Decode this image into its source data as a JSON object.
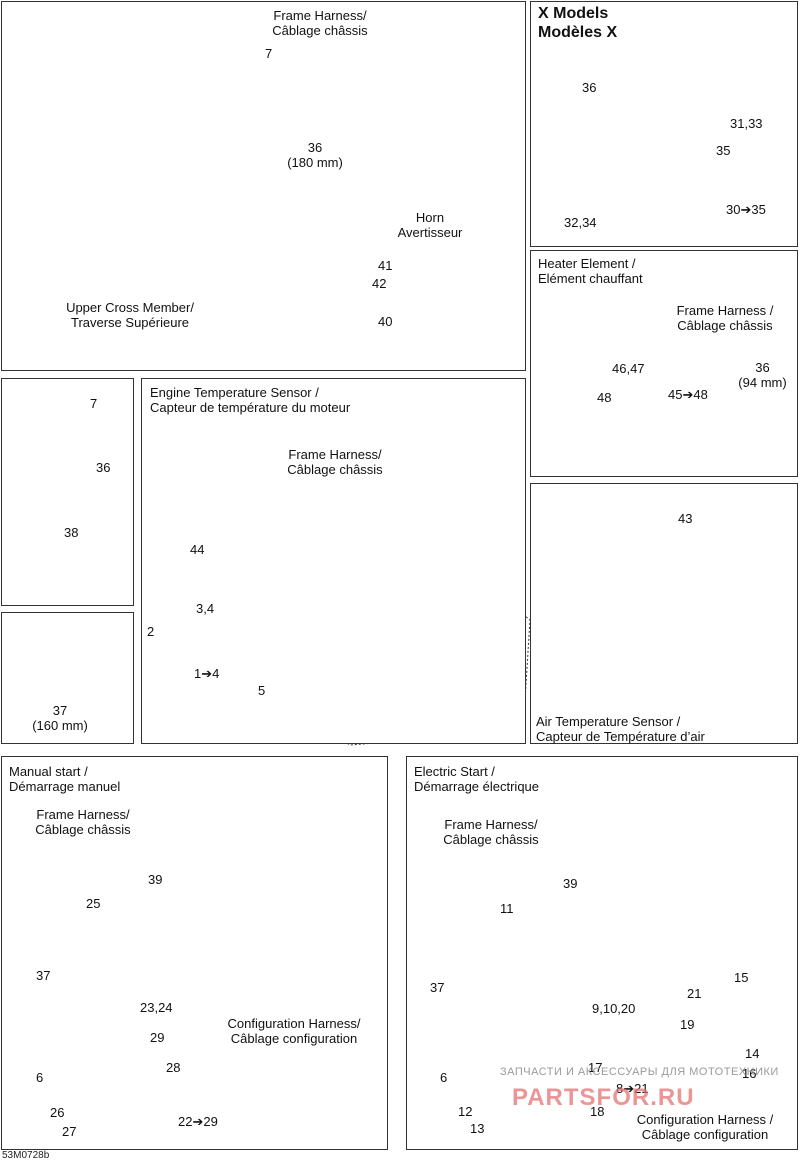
{
  "panels": {
    "frame": {
      "harness_line1": "Frame Harness/",
      "harness_line2": "Câblage châssis",
      "ref_7": "7",
      "ref_36": "36",
      "ref_36_len": "(180 mm)",
      "horn_line1": "Horn",
      "horn_line2": "Avertisseur",
      "ref_41": "41",
      "ref_42": "42",
      "ref_40": "40",
      "cross_line1": "Upper Cross Member/",
      "cross_line2": "Traverse Supérieure"
    },
    "x_models": {
      "title_line1": "X Models",
      "title_line2": "Modèles X",
      "ref_36": "36",
      "ref_31_33": "31,33",
      "ref_35": "35",
      "ref_30_35": "30➔35",
      "ref_32_34": "32,34"
    },
    "heater": {
      "title_line1": "Heater Element /",
      "title_line2": "Elément chauffant",
      "harness_line1": "Frame Harness /",
      "harness_line2": "Câblage châssis",
      "ref_46_47": "46,47",
      "ref_36": "36",
      "ref_36_len": "(94 mm)",
      "ref_48": "48",
      "ref_45_48": "45➔48"
    },
    "hardware": {
      "ref_7": "7",
      "ref_36": "36",
      "ref_38": "38"
    },
    "clamp": {
      "ref_37": "37",
      "ref_37_len": "(160 mm)"
    },
    "engine_temp": {
      "title_line1": "Engine Temperature Sensor /",
      "title_line2": "Capteur de température du moteur",
      "harness_line1": "Frame Harness/",
      "harness_line2": "Câblage châssis",
      "ref_44": "44",
      "ref_3_4": "3,4",
      "ref_2": "2",
      "ref_1_4": "1➔4",
      "ref_5": "5"
    },
    "air_temp": {
      "ref_43": "43",
      "title_line1": "Air Temperature Sensor /",
      "title_line2": "Capteur de Température d’air"
    },
    "manual_start": {
      "title_line1": "Manual start /",
      "title_line2": "Démarrage manuel",
      "harness_line1": "Frame Harness/",
      "harness_line2": "Câblage châssis",
      "ref_39": "39",
      "ref_25": "25",
      "ref_37": "37",
      "ref_23_24": "23,24",
      "ref_29": "29",
      "ref_28": "28",
      "ref_6": "6",
      "ref_26": "26",
      "ref_27": "27",
      "ref_22_29": "22➔29",
      "config_line1": "Configuration Harness/",
      "config_line2": "Câblage configuration"
    },
    "electric_start": {
      "title_line1": "Electric Start /",
      "title_line2": "Démarrage électrique",
      "harness_line1": "Frame Harness/",
      "harness_line2": "Câblage châssis",
      "ref_39": "39",
      "ref_11": "11",
      "ref_37": "37",
      "ref_9_10_20": "9,10,20",
      "ref_15": "15",
      "ref_21": "21",
      "ref_19": "19",
      "ref_14": "14",
      "ref_16": "16",
      "ref_6": "6",
      "ref_17": "17",
      "ref_8_21": "8➔21",
      "ref_12": "12",
      "ref_13": "13",
      "ref_18": "18",
      "config_line1": "Configuration Harness /",
      "config_line2": "Câblage configuration"
    }
  },
  "watermark": {
    "text_small": "ЗАПЧАСТИ И АКСЕССУАРЫ ДЛЯ МОТОТЕХНИКИ",
    "text_large": "PARTSFOR.RU"
  },
  "figure_code": "53M0728b"
}
